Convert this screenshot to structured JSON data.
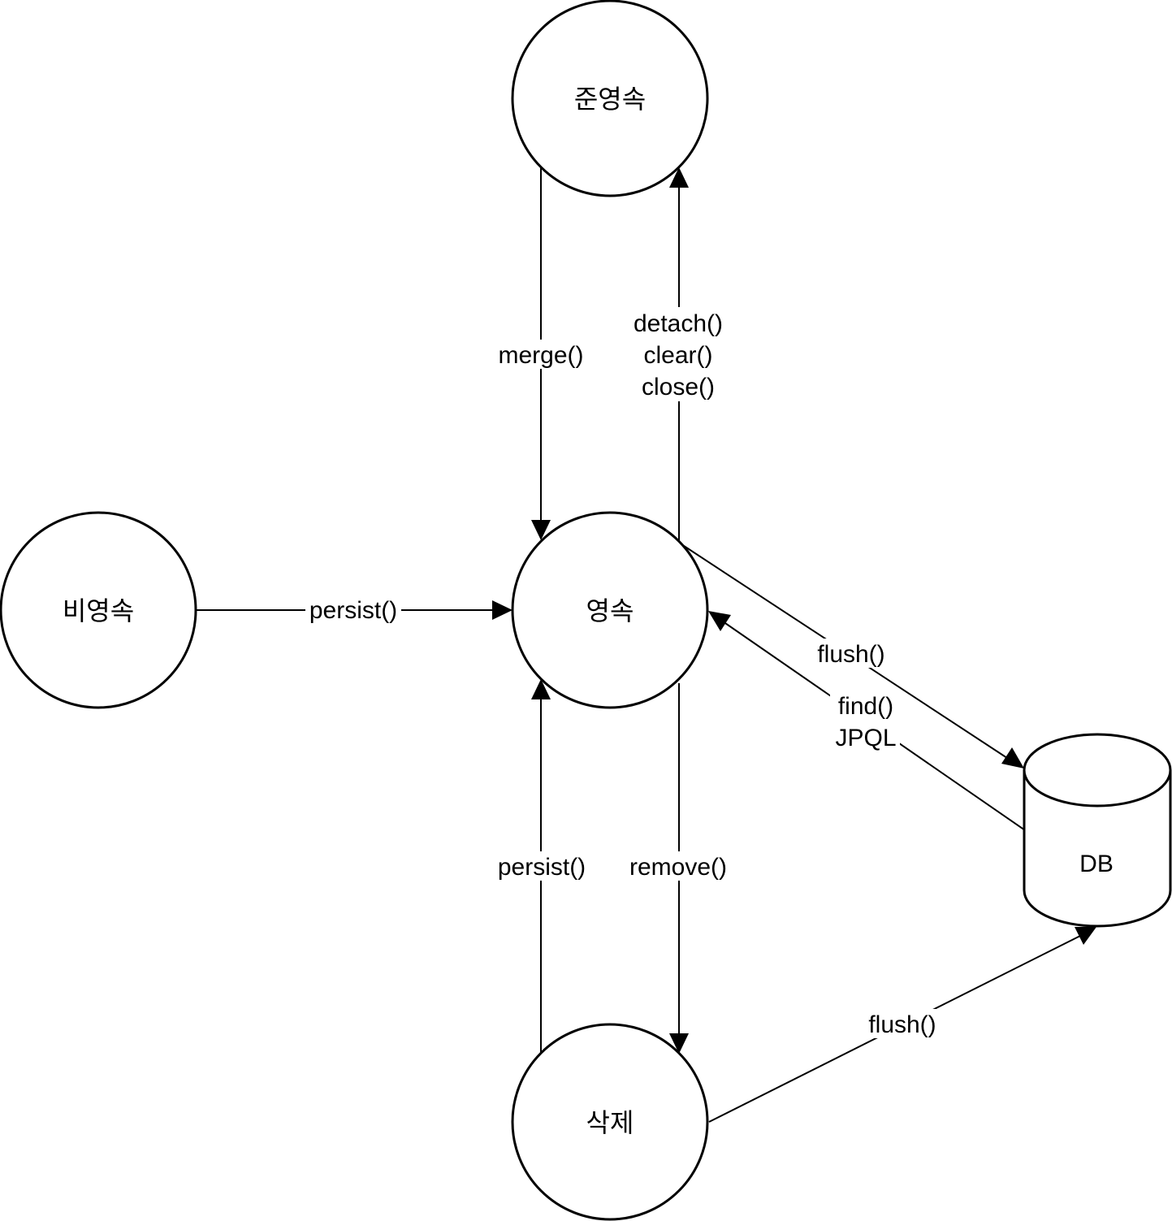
{
  "nodes": {
    "detached": "준영속",
    "transient": "비영속",
    "persistent": "영속",
    "removed": "삭제",
    "database": "DB"
  },
  "edges": {
    "transient_to_persistent": "persist()",
    "detached_to_persistent": "merge()",
    "persistent_to_detached": [
      "detach()",
      "clear()",
      "close()"
    ],
    "persistent_to_db": "flush()",
    "db_to_persistent": [
      "find()",
      "JPQL"
    ],
    "removed_to_persistent": "persist()",
    "persistent_to_removed": "remove()",
    "removed_to_db": "flush()"
  }
}
